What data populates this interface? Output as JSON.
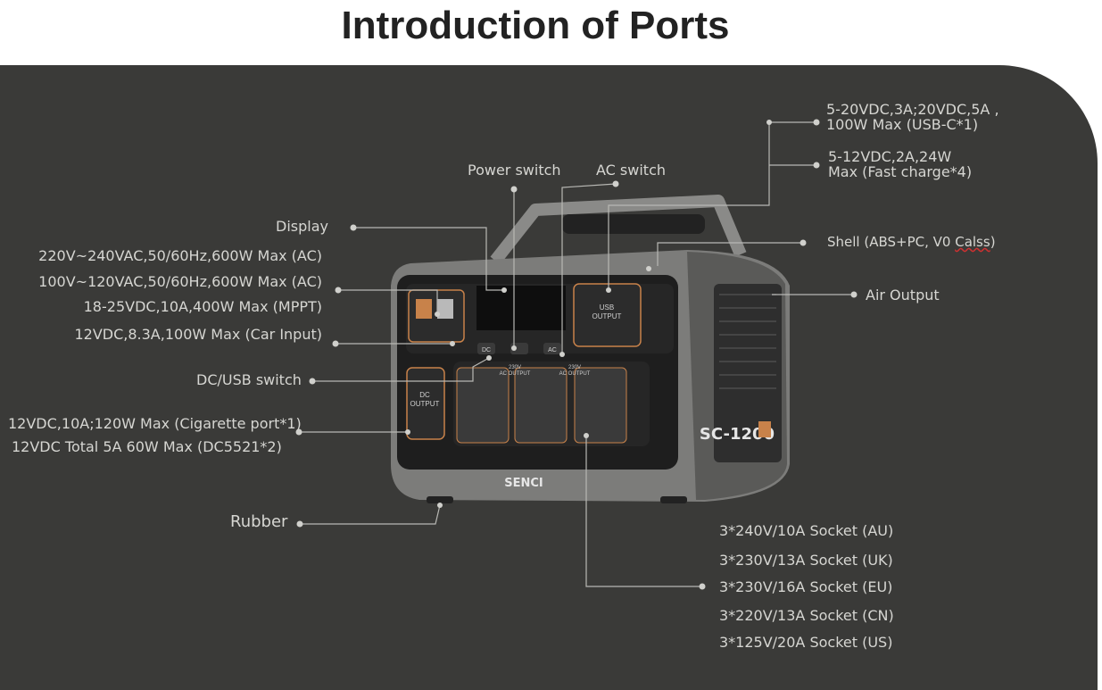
{
  "title": "Introduction of Ports",
  "device": {
    "brand": "SENCI",
    "model": "SC-1200",
    "usb_output_label_1": "USB",
    "usb_output_label_2": "OUTPUT",
    "dc_output_label_1": "DC",
    "dc_output_label_2": "OUTPUT",
    "btn_dc": "DC",
    "btn_ac": "AC",
    "ac_output_label_1": "230V",
    "ac_output_label_2": "AC OUTPUT"
  },
  "labels": {
    "power_switch": "Power switch",
    "ac_switch": "AC switch",
    "display": "Display",
    "usbc_1": "5-20VDC,3A;20VDC,5A ,",
    "usbc_2": "100W Max (USB-C*1)",
    "fast_1": "5-12VDC,2A,24W",
    "fast_2": "Max (Fast charge*4)",
    "shell": "Shell  (ABS+PC, V0 ",
    "shell_underlined": "Calss",
    "shell_end": ")",
    "air_output": "Air Output",
    "ac_in_1": "220V~240VAC,50/60Hz,600W Max (AC)",
    "ac_in_2": "100V~120VAC,50/60Hz,600W Max (AC)",
    "mppt": "18-25VDC,10A,400W Max (MPPT)",
    "car_input": "12VDC,8.3A,100W Max (Car Input)",
    "dc_usb_switch": "DC/USB switch",
    "cig_1": "12VDC,10A;120W Max (Cigarette port*1)",
    "cig_2": "12VDC Total 5A 60W Max (DC5521*2)",
    "rubber": "Rubber",
    "sockets": [
      "3*240V/10A Socket (AU)",
      "3*230V/13A Socket (UK)",
      "3*230V/16A Socket (EU)",
      "3*220V/13A Socket (CN)",
      "3*125V/20A Socket (US)"
    ]
  },
  "colors": {
    "background": "#3a3a38",
    "text": "#d6d6d2",
    "accent_orange": "#c8824a"
  }
}
